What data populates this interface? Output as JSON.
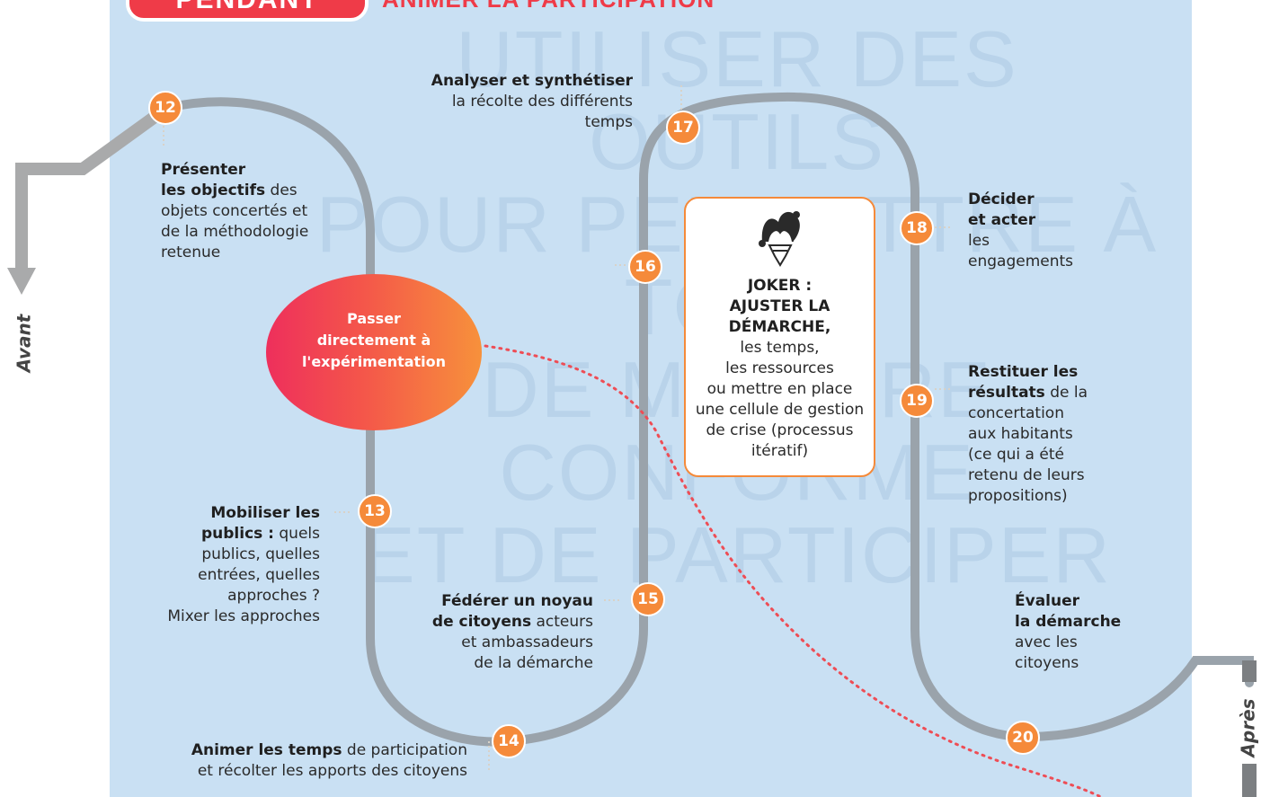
{
  "header": {
    "tag": "PENDANT",
    "subtitle": "ANIMER LA PARTICIPATION"
  },
  "background_text": [
    "UTILISER DES OUTILS",
    "POUR PERMETTRE À TOUS",
    "DE MANIÈRE CONFORME",
    "ET DE PARTICIPER"
  ],
  "side_labels": {
    "before": "Avant",
    "after": "Après"
  },
  "bubble": {
    "lines": [
      "Passer",
      "directement à",
      "l'expérimentation"
    ]
  },
  "joker": {
    "title_lines": [
      "JOKER :",
      "AJUSTER LA",
      "DÉMARCHE,"
    ],
    "body_lines": [
      "les temps,",
      "les ressources",
      "ou mettre en place",
      "une cellule de gestion",
      "de crise (processus",
      "itératif)"
    ],
    "icon": "jester-hat-icon"
  },
  "steps": [
    {
      "number": "12",
      "lines": [
        [
          [
            "b",
            "Présenter"
          ]
        ],
        [
          [
            "b",
            "les objectifs"
          ],
          [
            "t",
            " des"
          ]
        ],
        [
          [
            "t",
            "objets concertés et"
          ]
        ],
        [
          [
            "t",
            "de la méthodologie"
          ]
        ],
        [
          [
            "t",
            "retenue"
          ]
        ]
      ]
    },
    {
      "number": "13",
      "lines": [
        [
          [
            "b",
            "Mobiliser les"
          ]
        ],
        [
          [
            "b",
            "publics :"
          ],
          [
            "t",
            " quels"
          ]
        ],
        [
          [
            "t",
            "publics, quelles"
          ]
        ],
        [
          [
            "t",
            "entrées, quelles"
          ]
        ],
        [
          [
            "t",
            "approches ?"
          ]
        ],
        [
          [
            "t",
            "Mixer les approches"
          ]
        ]
      ]
    },
    {
      "number": "14",
      "lines": [
        [
          [
            "b",
            "Animer les temps"
          ],
          [
            "t",
            " de participation"
          ]
        ],
        [
          [
            "t",
            "et récolter les apports des citoyens"
          ]
        ]
      ]
    },
    {
      "number": "15",
      "lines": [
        [
          [
            "b",
            "Fédérer un noyau"
          ]
        ],
        [
          [
            "b",
            "de citoyens"
          ],
          [
            "t",
            " acteurs"
          ]
        ],
        [
          [
            "t",
            "et ambassadeurs"
          ]
        ],
        [
          [
            "t",
            "de la démarche"
          ]
        ]
      ]
    },
    {
      "number": "16",
      "lines": []
    },
    {
      "number": "17",
      "lines": [
        [
          [
            "b",
            "Analyser et synthétiser"
          ]
        ],
        [
          [
            "t",
            "la récolte des différents"
          ]
        ],
        [
          [
            "t",
            "temps"
          ]
        ]
      ]
    },
    {
      "number": "18",
      "lines": [
        [
          [
            "b",
            "Décider"
          ]
        ],
        [
          [
            "b",
            "et acter"
          ]
        ],
        [
          [
            "t",
            "les"
          ]
        ],
        [
          [
            "t",
            "engagements"
          ]
        ]
      ]
    },
    {
      "number": "19",
      "lines": [
        [
          [
            "b",
            "Restituer les"
          ]
        ],
        [
          [
            "b",
            "résultats"
          ],
          [
            "t",
            " de la"
          ]
        ],
        [
          [
            "t",
            "concertation"
          ]
        ],
        [
          [
            "t",
            "aux habitants"
          ]
        ],
        [
          [
            "t",
            "(ce qui a été"
          ]
        ],
        [
          [
            "t",
            "retenu de leurs"
          ]
        ],
        [
          [
            "t",
            "propositions)"
          ]
        ]
      ]
    },
    {
      "number": "20",
      "lines": []
    },
    {
      "number": "",
      "lines": [
        [
          [
            "b",
            "Évaluer"
          ]
        ],
        [
          [
            "b",
            "la démarche"
          ]
        ],
        [
          [
            "t",
            "avec les"
          ]
        ],
        [
          [
            "t",
            "citoyens"
          ]
        ]
      ]
    }
  ],
  "colors": {
    "accent": "#f58a3a",
    "tag_red": "#ef3b48",
    "panel": "#c9e0f3",
    "track": "#9aa3ab"
  }
}
